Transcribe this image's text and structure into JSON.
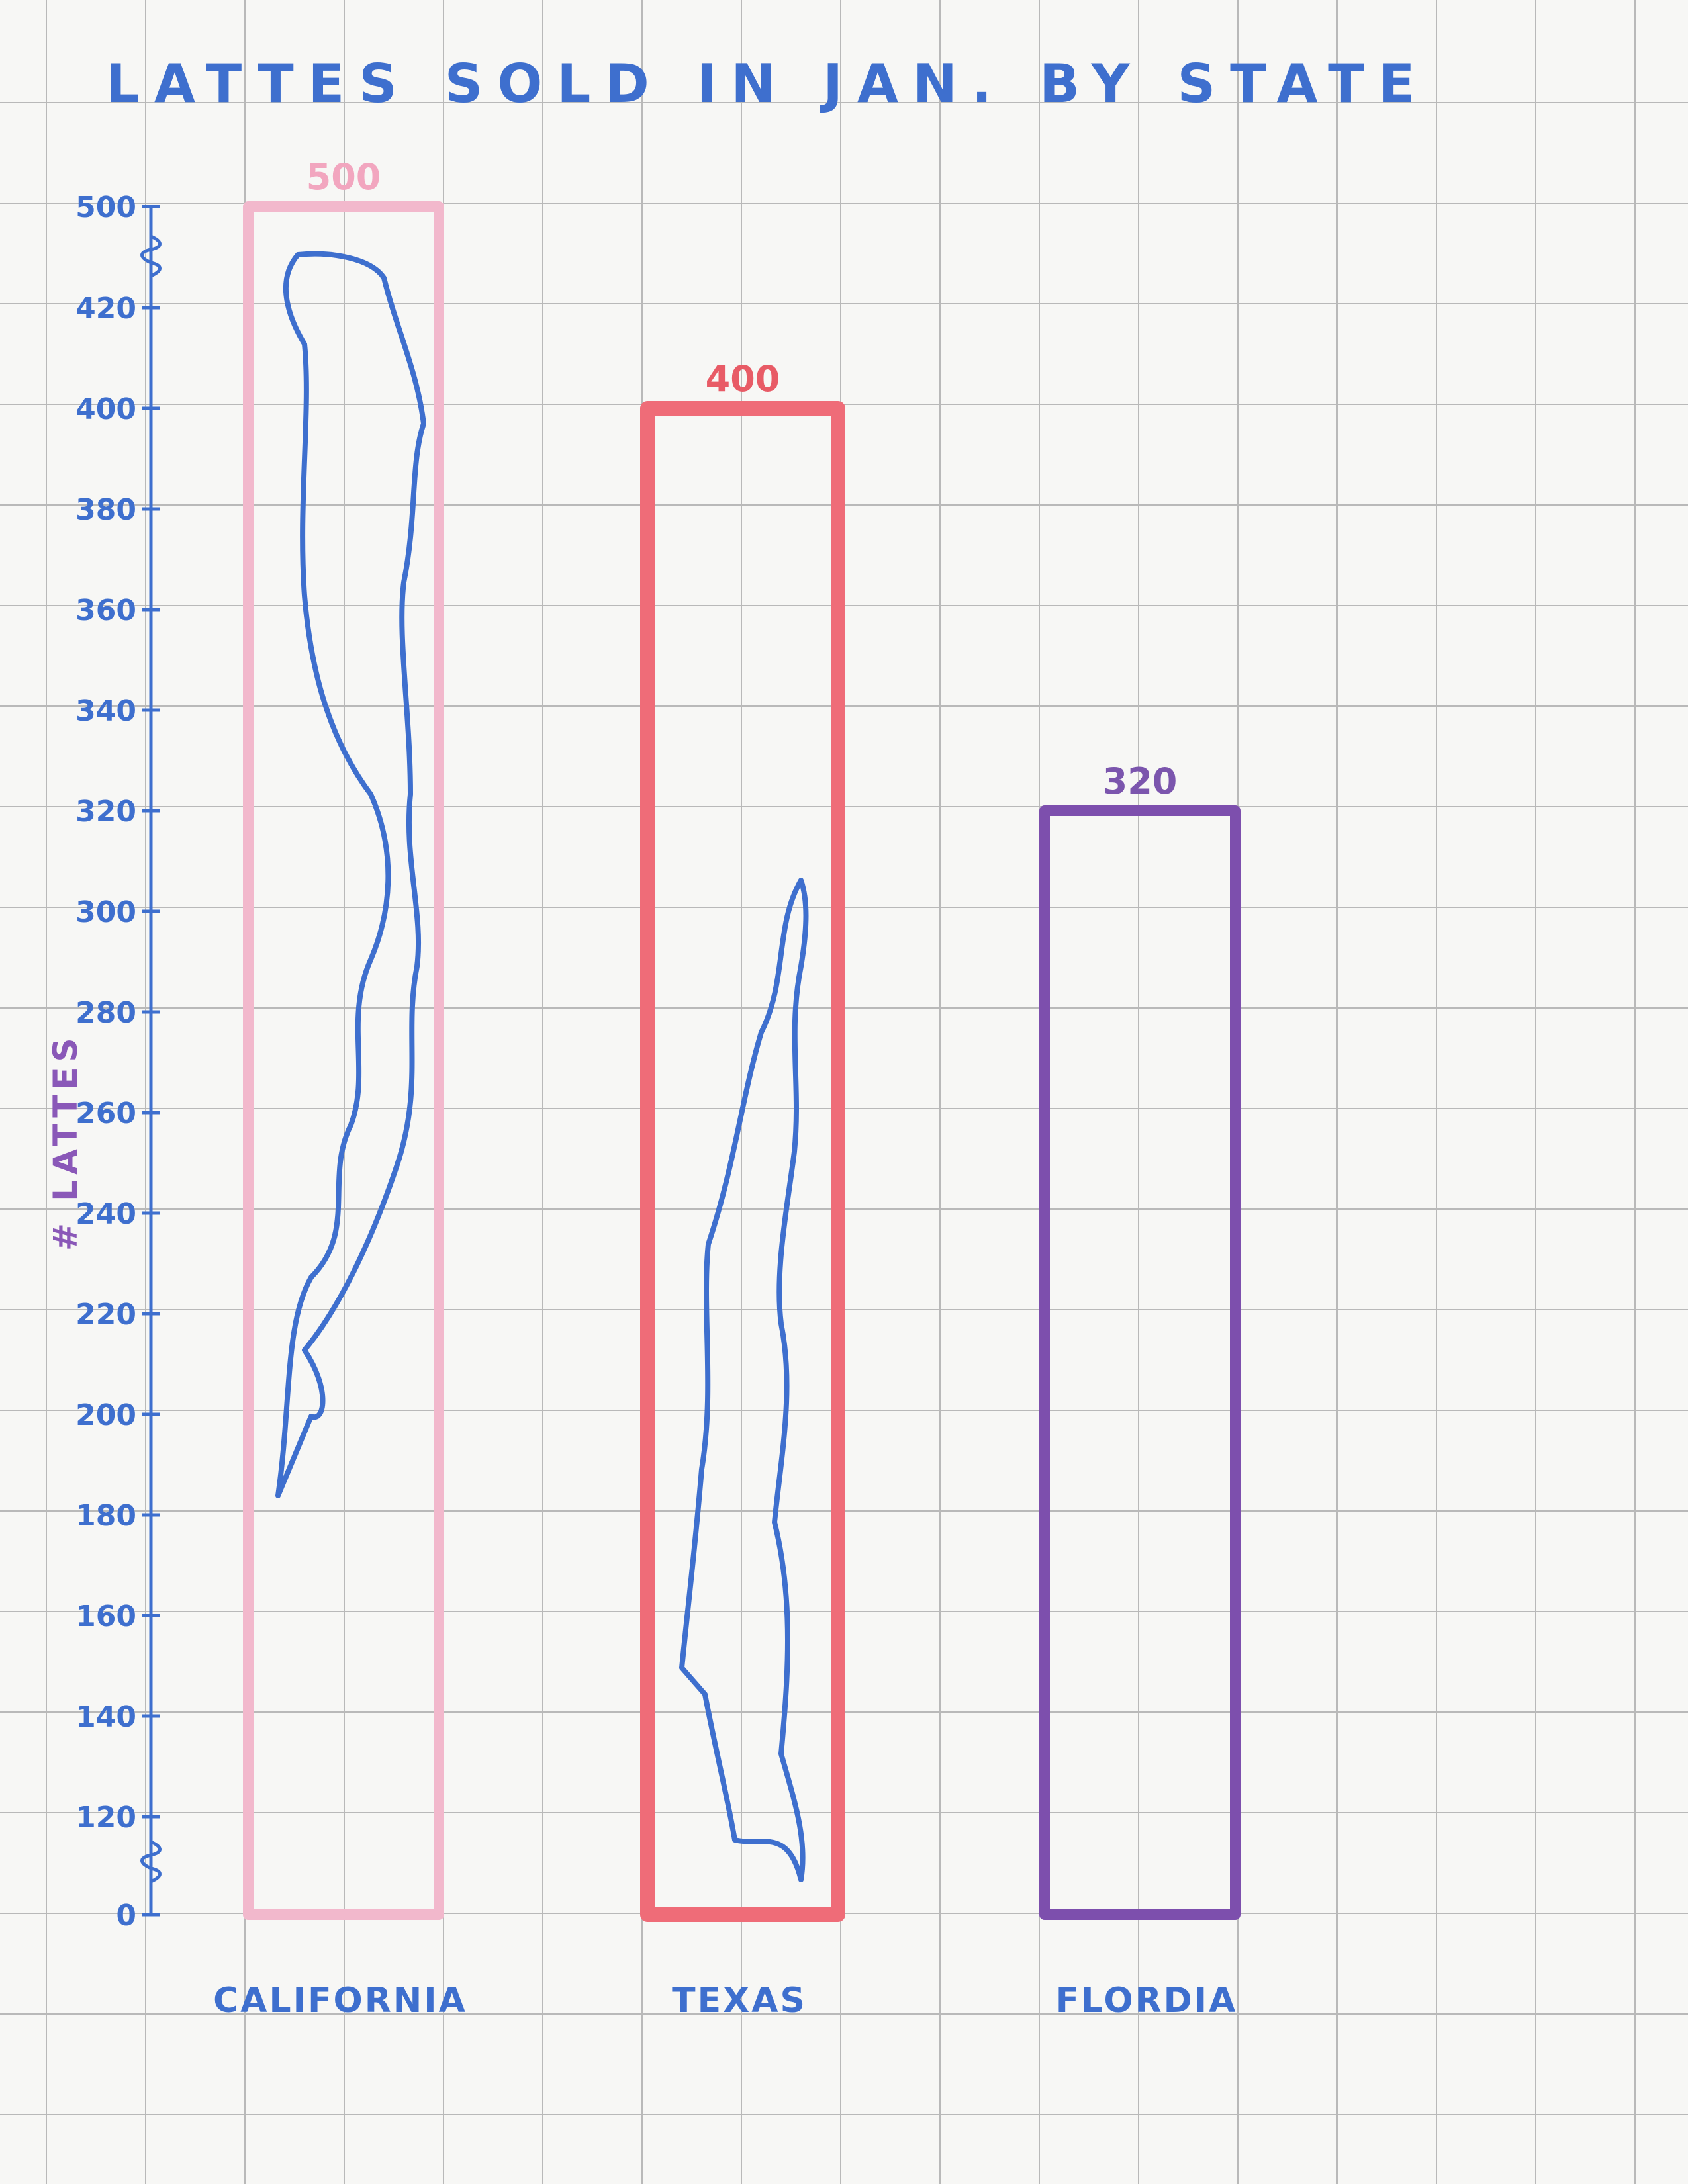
{
  "chart_data": {
    "type": "bar",
    "title": "LATTES SOLD IN JAN. BY STATE",
    "ylabel": "# LATTES",
    "xlabel": "",
    "categories": [
      "CALIFORNIA",
      "TEXAS",
      "FLORDIA"
    ],
    "values": [
      500,
      400,
      320
    ],
    "data_labels": [
      "500",
      "400",
      "320"
    ],
    "y_ticks": [
      "0",
      "120",
      "140",
      "160",
      "180",
      "200",
      "220",
      "240",
      "260",
      "280",
      "300",
      "320",
      "340",
      "360",
      "380",
      "400",
      "420",
      "500"
    ],
    "axis_break": true,
    "bar_colors": [
      "#f2b8cc",
      "#ef6c78",
      "#7d4fad"
    ],
    "grid": true,
    "colors": {
      "ink": "#3e6fce",
      "label_california": "#f2a6bf",
      "label_texas": "#e85b66",
      "label_flordia": "#7b55ad"
    }
  }
}
